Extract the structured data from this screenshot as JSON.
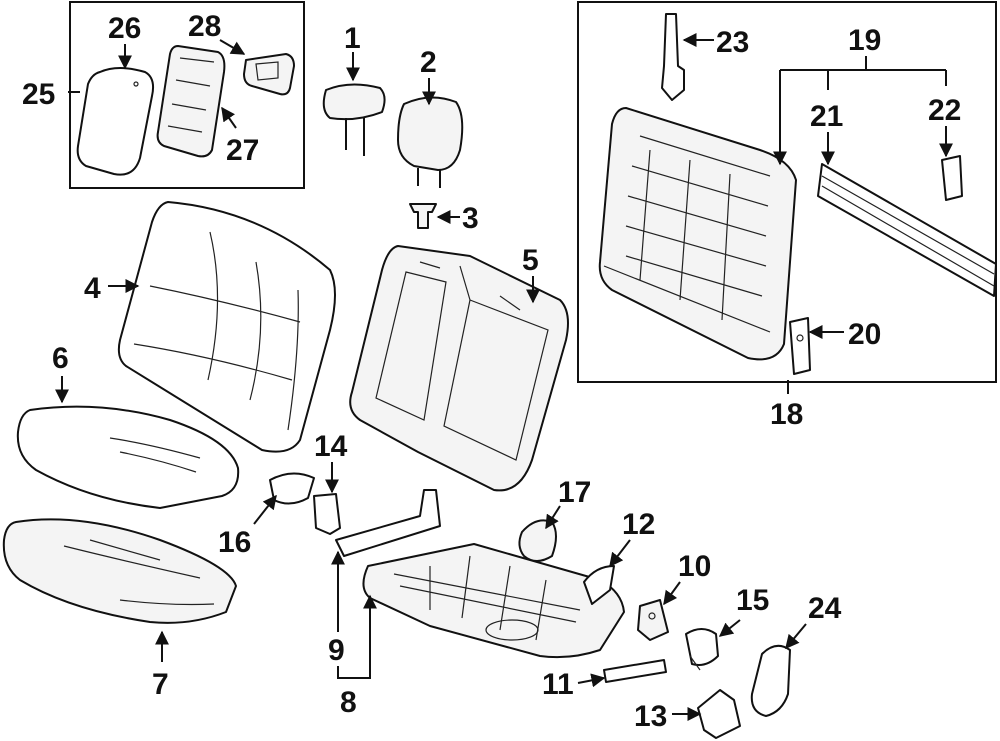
{
  "callouts": {
    "c1": "1",
    "c2": "2",
    "c3": "3",
    "c4": "4",
    "c5": "5",
    "c6": "6",
    "c7": "7",
    "c8": "8",
    "c9": "9",
    "c10": "10",
    "c11": "11",
    "c12": "12",
    "c13": "13",
    "c14": "14",
    "c15": "15",
    "c16": "16",
    "c17": "17",
    "c18": "18",
    "c19": "19",
    "c20": "20",
    "c21": "21",
    "c22": "22",
    "c23": "23",
    "c24": "24",
    "c25": "25",
    "c26": "26",
    "c27": "27",
    "c28": "28"
  }
}
